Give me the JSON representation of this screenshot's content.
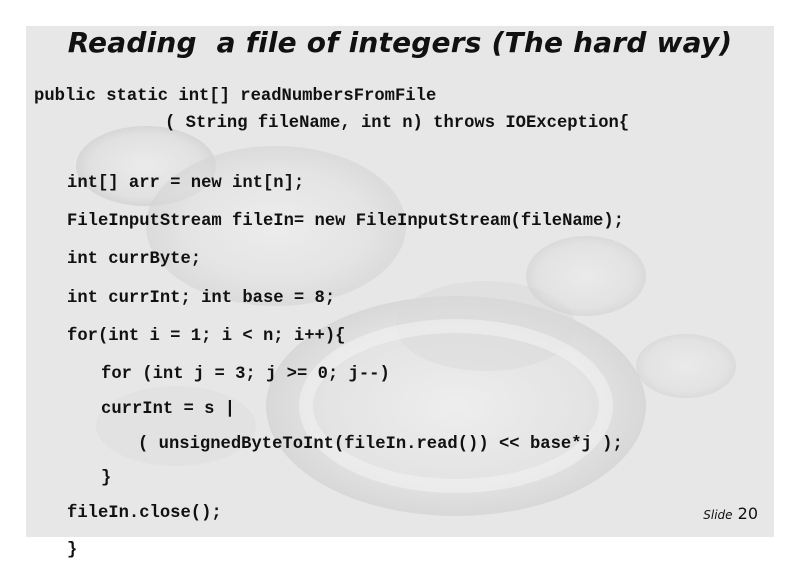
{
  "slide": {
    "title": "Reading  a file of integers (The hard way)",
    "code_lines": [
      "public static int[] readNumbersFromFile",
      "( String fileName, int n) throws IOException{",
      "int[] arr = new int[n];",
      "FileInputStream fileIn= new FileInputStream(fileName);",
      "int currByte;",
      "int currInt; int base = 8;",
      "for(int i = 1; i < n; i++){",
      "for (int j = 3; j >= 0; j--)",
      "currInt = s |",
      "( unsignedByteToInt(fileIn.read()) << base*j );",
      "}",
      "fileIn.close();",
      "}"
    ],
    "footer_label": "Slide",
    "footer_number": "20"
  }
}
